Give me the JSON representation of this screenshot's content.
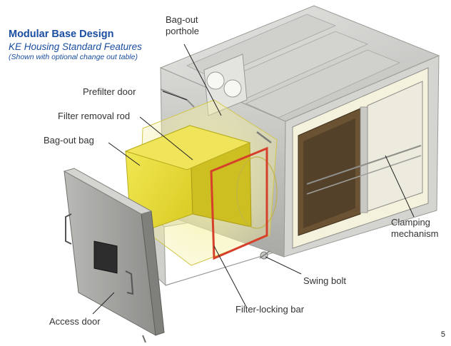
{
  "header": {
    "title": "Modular Base Design",
    "subtitle": "KE Housing Standard Features",
    "note": "(Shown with optional change out table)"
  },
  "labels": {
    "bag_out_porthole_1": "Bag-out",
    "bag_out_porthole_2": "porthole",
    "prefilter_door": "Prefilter door",
    "filter_removal_rod": "Filter removal rod",
    "bag_out_bag": "Bag-out bag",
    "clamping_mechanism_1": "Clamping",
    "clamping_mechanism_2": "mechanism",
    "swing_bolt": "Swing bolt",
    "filter_locking_bar": "Filter-locking bar",
    "access_door": "Access door"
  },
  "footer": {
    "page_number": "5"
  },
  "colors": {
    "title": "#1a4ea0",
    "housing": "#c9c9c6",
    "bag": "#e8dc3a",
    "locking_bar": "#d6402a",
    "filter": "#4a3a28"
  }
}
